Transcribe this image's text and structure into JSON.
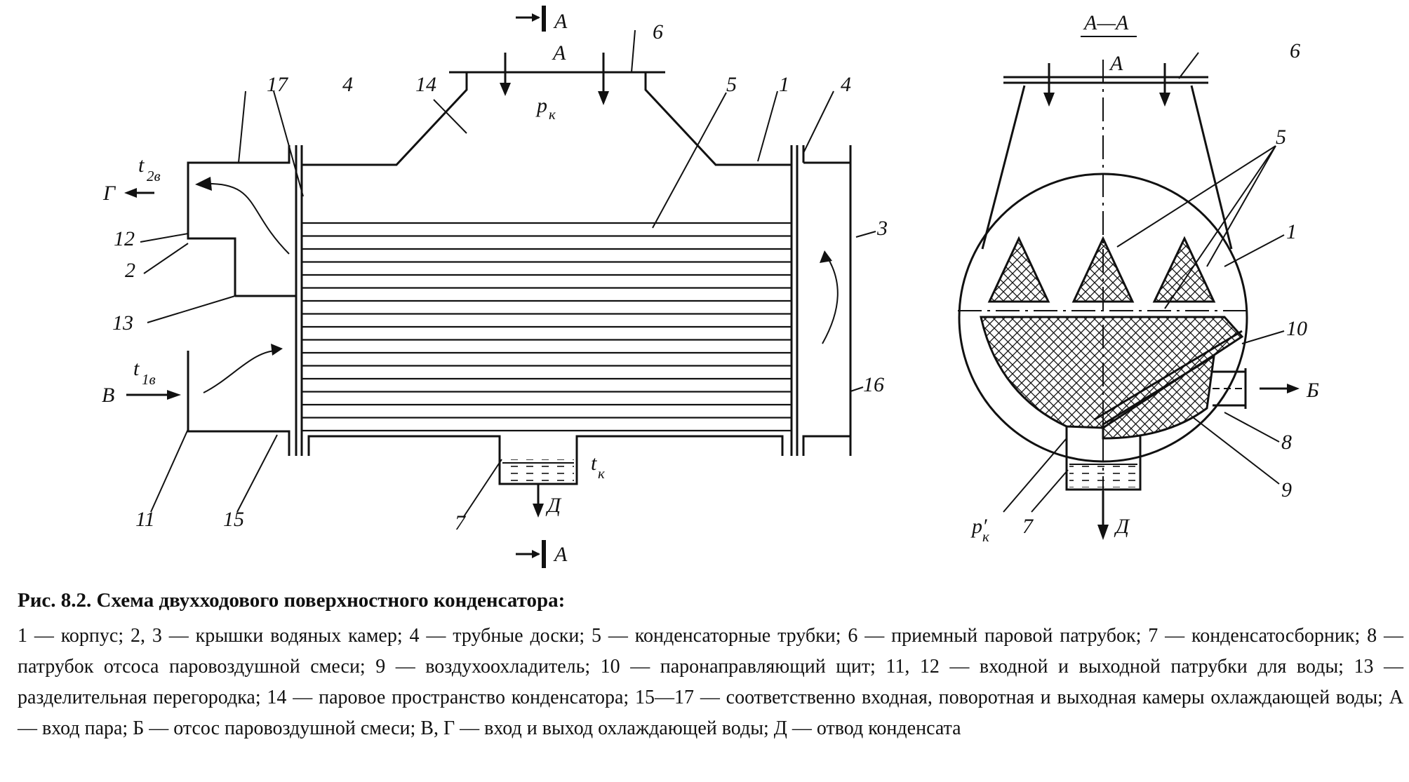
{
  "figure": {
    "labels": {
      "n1": "1",
      "n2": "2",
      "n3": "3",
      "n4": "4",
      "n5": "5",
      "n6": "6",
      "n7": "7",
      "n8": "8",
      "n9": "9",
      "n10": "10",
      "n11": "11",
      "n12": "12",
      "n13": "13",
      "n14": "14",
      "n15": "15",
      "n16": "16",
      "n17": "17",
      "A": "А",
      "B": "Б",
      "V": "В",
      "G": "Г",
      "D": "Д",
      "section": "А—А",
      "pk": "p",
      "pk_sub": "к",
      "pk2": "p′",
      "pk2_sub": "к",
      "t1": "t",
      "t1_sub": "1в",
      "t2": "t",
      "t2_sub": "2в",
      "tk": "t",
      "tk_sub": "к"
    },
    "caption_title": "Рис. 8.2. Схема двухходового поверхностного конденсатора:",
    "caption_body": "1 — корпус; 2, 3 — крышки водяных камер; 4 — трубные доски; 5 — конденсаторные трубки; 6 — приемный паровой патрубок; 7 — конденсатосборник; 8 — патрубок отсоса паровоздушной смеси; 9 — воздухоохладитель; 10 — паронаправляющий щит; 11, 12 — входной и выходной патрубки для воды; 13 — разделительная перегородка; 14 — паровое пространство конденсатора; 15—17 — соответственно входная, поворотная и выходная камеры охлаждающей воды; А — вход пара; Б — отсос паровоздушной смеси; В, Г — вход и выход охлаждающей воды; Д — отвод конденсата"
  }
}
